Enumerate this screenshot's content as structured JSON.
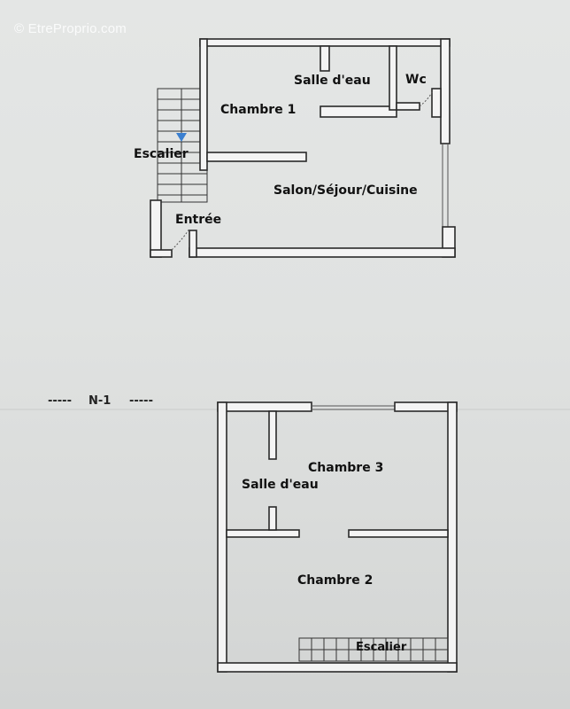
{
  "watermark": "© EtreProprio.com",
  "level0": {
    "rooms": {
      "salle_eau": "Salle d'eau",
      "wc": "Wc",
      "chambre1": "Chambre 1",
      "escalier": "Escalier",
      "salon": "Salon/Séjour/Cuisine",
      "entree": "Entrée"
    }
  },
  "separator": {
    "left": "-----",
    "label": "N-1",
    "right": "-----"
  },
  "level_minus1": {
    "rooms": {
      "chambre3": "Chambre 3",
      "salle_eau": "Salle d'eau",
      "chambre2": "Chambre 2",
      "escalier": "Escalier"
    }
  },
  "colors": {
    "wall_fill": "#f4f4f4",
    "wall_stroke": "#2a2a2a",
    "stair_arrow": "#3a7fd0"
  }
}
